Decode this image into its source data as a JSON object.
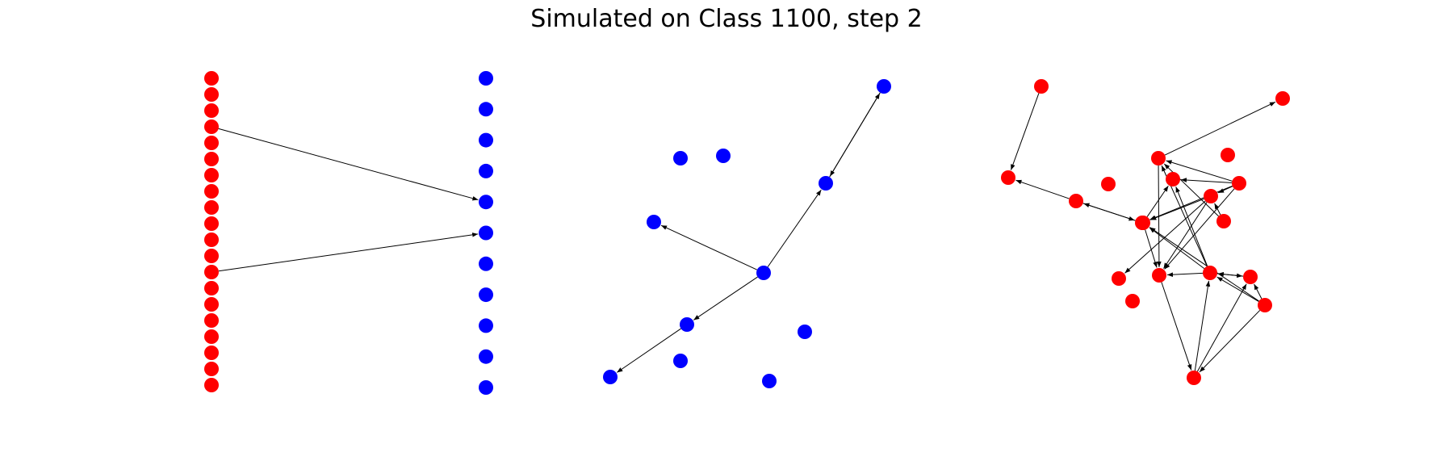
{
  "title": "Simulated on Class 1100, step 2",
  "colors": {
    "red": "#ff0000",
    "blue": "#0000ff",
    "edge": "#000000"
  },
  "panels": [
    {
      "id": "bipartite",
      "nodes": [
        {
          "id": "r0",
          "c": "red"
        },
        {
          "id": "r1",
          "c": "red"
        },
        {
          "id": "r2",
          "c": "red"
        },
        {
          "id": "r3",
          "c": "red"
        },
        {
          "id": "r4",
          "c": "red"
        },
        {
          "id": "r5",
          "c": "red"
        },
        {
          "id": "r6",
          "c": "red"
        },
        {
          "id": "r7",
          "c": "red"
        },
        {
          "id": "r8",
          "c": "red"
        },
        {
          "id": "r9",
          "c": "red"
        },
        {
          "id": "r10",
          "c": "red"
        },
        {
          "id": "r11",
          "c": "red"
        },
        {
          "id": "r12",
          "c": "red"
        },
        {
          "id": "r13",
          "c": "red"
        },
        {
          "id": "r14",
          "c": "red"
        },
        {
          "id": "r15",
          "c": "red"
        },
        {
          "id": "r16",
          "c": "red"
        },
        {
          "id": "r17",
          "c": "red"
        },
        {
          "id": "r18",
          "c": "red"
        },
        {
          "id": "r19",
          "c": "red"
        },
        {
          "id": "b0",
          "c": "blue"
        },
        {
          "id": "b1",
          "c": "blue"
        },
        {
          "id": "b2",
          "c": "blue"
        },
        {
          "id": "b3",
          "c": "blue"
        },
        {
          "id": "b4",
          "c": "blue"
        },
        {
          "id": "b5",
          "c": "blue"
        },
        {
          "id": "b6",
          "c": "blue"
        },
        {
          "id": "b7",
          "c": "blue"
        },
        {
          "id": "b8",
          "c": "blue"
        },
        {
          "id": "b9",
          "c": "blue"
        },
        {
          "id": "b10",
          "c": "blue"
        }
      ],
      "edges": [
        [
          "r3",
          "b4"
        ],
        [
          "r12",
          "b5"
        ]
      ]
    },
    {
      "id": "blue-graph",
      "nodes": [
        {
          "id": "n0",
          "c": "blue"
        },
        {
          "id": "n1",
          "c": "blue"
        },
        {
          "id": "n2",
          "c": "blue"
        },
        {
          "id": "n3",
          "c": "blue"
        },
        {
          "id": "n4",
          "c": "blue"
        },
        {
          "id": "n5",
          "c": "blue"
        },
        {
          "id": "n6",
          "c": "blue"
        },
        {
          "id": "n7",
          "c": "blue"
        },
        {
          "id": "n8",
          "c": "blue"
        },
        {
          "id": "n9",
          "c": "blue"
        },
        {
          "id": "n10",
          "c": "blue"
        }
      ],
      "edges": [
        [
          "n5",
          "n4"
        ],
        [
          "n5",
          "n2"
        ],
        [
          "n2",
          "n0"
        ],
        [
          "n0",
          "n2"
        ],
        [
          "n5",
          "n7"
        ],
        [
          "n7",
          "n9"
        ]
      ]
    },
    {
      "id": "red-graph",
      "nodes": [
        {
          "id": "m0",
          "c": "red"
        },
        {
          "id": "m1",
          "c": "red"
        },
        {
          "id": "m2",
          "c": "red"
        },
        {
          "id": "m3",
          "c": "red"
        },
        {
          "id": "m4",
          "c": "red"
        },
        {
          "id": "m5",
          "c": "red"
        },
        {
          "id": "m6",
          "c": "red"
        },
        {
          "id": "m7",
          "c": "red"
        },
        {
          "id": "m8",
          "c": "red"
        },
        {
          "id": "m9",
          "c": "red"
        },
        {
          "id": "m10",
          "c": "red"
        },
        {
          "id": "m11",
          "c": "red"
        },
        {
          "id": "m12",
          "c": "red"
        },
        {
          "id": "m13",
          "c": "red"
        },
        {
          "id": "m14",
          "c": "red"
        },
        {
          "id": "m15",
          "c": "red"
        },
        {
          "id": "m16",
          "c": "red"
        },
        {
          "id": "m17",
          "c": "red"
        },
        {
          "id": "m18",
          "c": "red"
        },
        {
          "id": "m19",
          "c": "red"
        }
      ],
      "edges": [
        [
          "m0",
          "m2"
        ],
        [
          "m5",
          "m2"
        ],
        [
          "m5",
          "m9"
        ],
        [
          "m9",
          "m5"
        ],
        [
          "m12",
          "m9"
        ],
        [
          "m6",
          "m1"
        ],
        [
          "m10",
          "m6"
        ],
        [
          "m10",
          "m4"
        ],
        [
          "m8",
          "m6"
        ],
        [
          "m8",
          "m4"
        ],
        [
          "m8",
          "m9"
        ],
        [
          "m8",
          "m13"
        ],
        [
          "m8",
          "m7"
        ],
        [
          "m6",
          "m13"
        ],
        [
          "m4",
          "m13"
        ],
        [
          "m4",
          "m12"
        ],
        [
          "m4",
          "m16"
        ],
        [
          "m11",
          "m12"
        ],
        [
          "m11",
          "m14"
        ],
        [
          "m11",
          "m15"
        ],
        [
          "m11",
          "m18"
        ],
        [
          "m14",
          "m13"
        ],
        [
          "m14",
          "m12"
        ],
        [
          "m14",
          "m7"
        ],
        [
          "m14",
          "m15"
        ],
        [
          "m14",
          "m6"
        ],
        [
          "m18",
          "m15"
        ],
        [
          "m18",
          "m14"
        ],
        [
          "m15",
          "m14"
        ],
        [
          "m13",
          "m18"
        ],
        [
          "m12",
          "m7"
        ],
        [
          "m12",
          "m13"
        ]
      ]
    }
  ]
}
